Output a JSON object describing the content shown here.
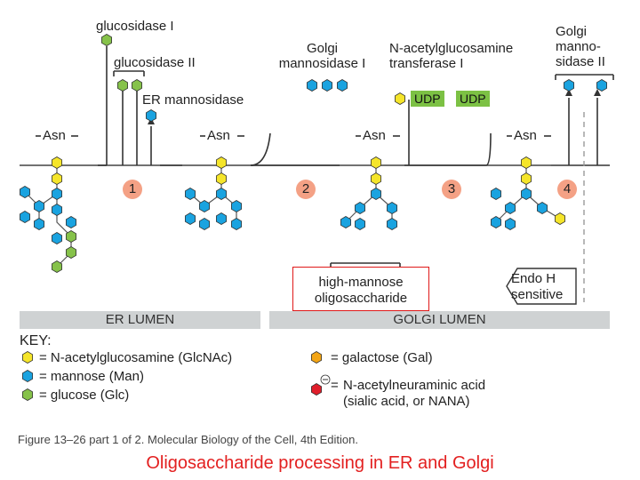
{
  "enzymes": {
    "glucosidase1": "glucosidase I",
    "glucosidase2": "glucosidase II",
    "er_mannosidase": "ER mannosidase",
    "golgi_mannosidase1": [
      "Golgi",
      "mannosidase I"
    ],
    "glcnac_transferase": [
      "N-acetylglucosamine",
      "transferase I"
    ],
    "golgi_mannosidase2": [
      "Golgi",
      "manno-",
      "sidase II"
    ]
  },
  "udp_label": "UDP",
  "asn_label": "Asn",
  "steps": [
    "1",
    "2",
    "3",
    "4"
  ],
  "high_mannose": [
    "high-mannose",
    "oligosaccharide"
  ],
  "endo_h": [
    "Endo H",
    "sensitive"
  ],
  "regions": {
    "er": "ER LUMEN",
    "golgi": "GOLGI LUMEN"
  },
  "key": {
    "title": "KEY:",
    "glcnac": "= N-acetylglucosamine (GlcNAc)",
    "mannose": "= mannose (Man)",
    "glucose": "= glucose (Glc)",
    "galactose": "= galactose (Gal)",
    "nana1": "N-acetylneuraminic acid",
    "nana2": "(sialic acid, or NANA)"
  },
  "figure_caption": "Figure 13–26 part 1 of 2. Molecular Biology of the Cell, 4th Edition.",
  "caption": "Oligosaccharide processing in ER and Golgi",
  "colors": {
    "glcnac": "#f5e52a",
    "mannose": "#1aa3e0",
    "glucose": "#86c24a",
    "galactose": "#f3a515",
    "nana": "#e01e2b",
    "step_circle": "#f4a185",
    "udp": "#7cc144",
    "caption": "#e32020"
  }
}
